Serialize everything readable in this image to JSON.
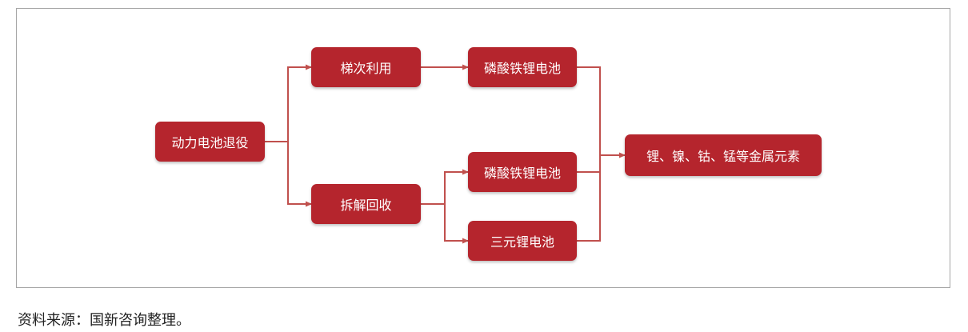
{
  "diagram": {
    "nodes": {
      "retirement": "动力电池退役",
      "cascade": "梯次利用",
      "dismantle": "拆解回收",
      "lfp_top": "磷酸铁锂电池",
      "lfp_mid": "磷酸铁锂电池",
      "ternary": "三元锂电池",
      "metals": "锂、镍、钴、锰等金属元素"
    },
    "colors": {
      "node": "#b5252d",
      "edge": "#c0504d",
      "border": "#a6a6a6"
    }
  },
  "caption": "资料来源：国新咨询整理。"
}
